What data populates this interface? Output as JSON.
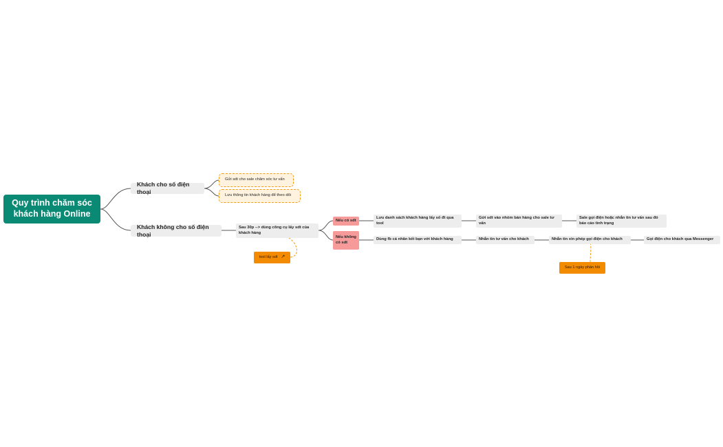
{
  "root": "Quy trình chăm sóc khách hàng Online",
  "branches": {
    "with_phone": {
      "label": "Khách cho số điện thoại",
      "children": [
        "Gửi sdt cho sale chăm sóc tư vấn",
        "Lưu thông tin khách hàng để theo dõi"
      ]
    },
    "no_phone": {
      "label": "Khách không cho số điện thoại",
      "step1": "Sau 30p --> dùng công cụ lấy sdt của khách hàng",
      "tool_note": "tool lấy sdt",
      "if_has": {
        "label": "Nếu có sdt",
        "steps": [
          "Lưu danh sách khách hàng lấy số đt qua tool",
          "Gửi sdt vào nhóm bán hàng cho sale tư vấn",
          "Sale gọi điện hoặc nhắn tin tư vấn sau đó báo cáo tình trạng"
        ]
      },
      "if_not": {
        "label": "Nếu không có sdt",
        "steps": [
          "Dùng fb cá nhân kết bạn với khách hàng",
          "Nhắn tin tư vấn cho khách",
          "Nhắn tin xin phép gọi điện cho khách",
          "Gọi điện cho khách qua Messenger"
        ],
        "note": "Sau 1 ngày phản hồi"
      }
    }
  }
}
